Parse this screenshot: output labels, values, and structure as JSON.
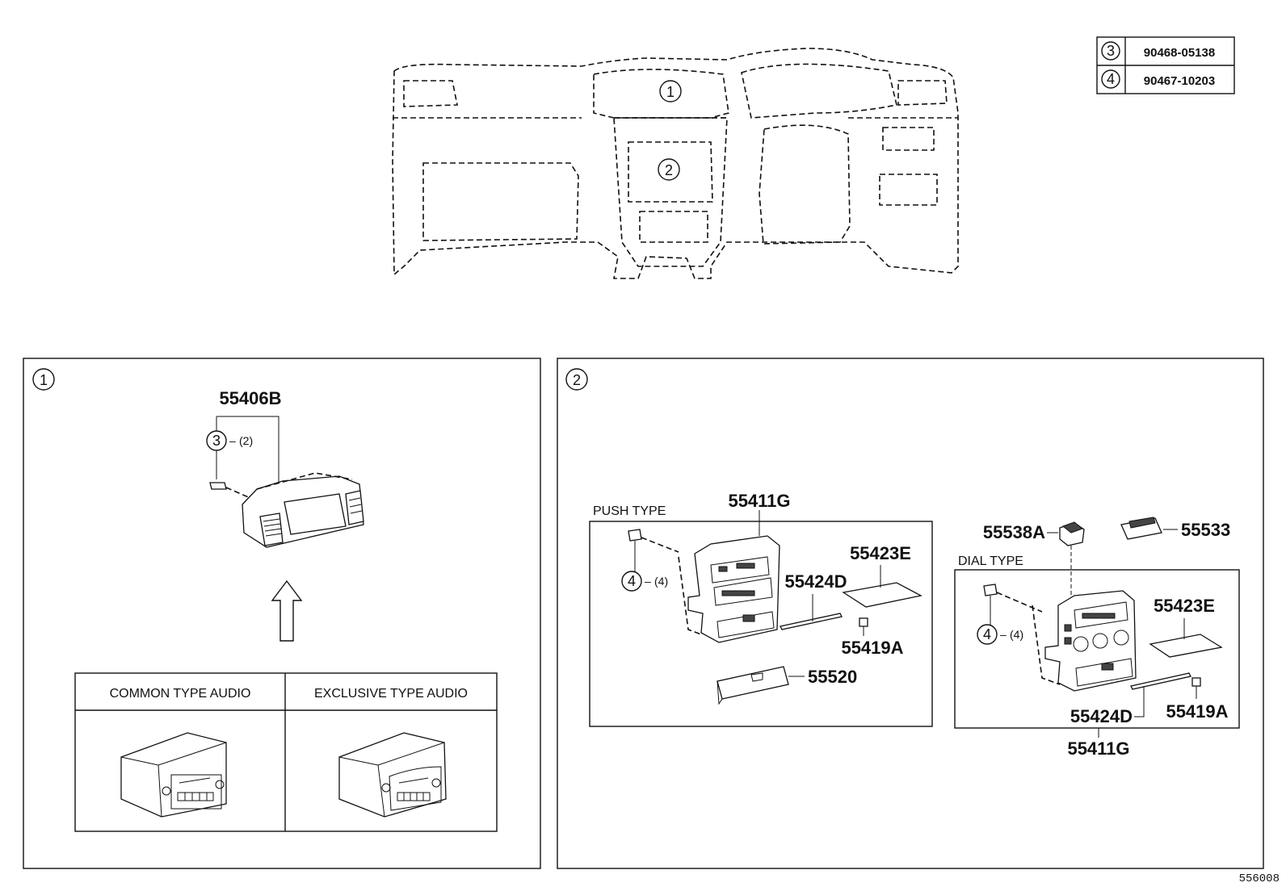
{
  "parts_table": [
    {
      "ref": "3",
      "part_no": "90468-05138"
    },
    {
      "ref": "4",
      "part_no": "90467-10203"
    }
  ],
  "overview": {
    "callout_1": "1",
    "callout_2": "2"
  },
  "panel_1": {
    "ref": "1",
    "part_main": "55406B",
    "clip_ref": "3",
    "clip_qty": "(2)",
    "audio_table": {
      "col_1": "COMMON TYPE AUDIO",
      "col_2": "EXCLUSIVE TYPE AUDIO"
    }
  },
  "panel_2": {
    "ref": "2",
    "push_type": {
      "label": "PUSH TYPE",
      "part_panel": "55411G",
      "clip_ref": "4",
      "clip_qty": "(4)",
      "part_strip": "55424D",
      "part_pad": "55423E",
      "part_small": "55419A",
      "part_box": "55520"
    },
    "dial_type": {
      "label": "DIAL TYPE",
      "part_switch": "55538A",
      "part_cover": "55533",
      "clip_ref": "4",
      "clip_qty": "(4)",
      "part_pad": "55423E",
      "part_strip": "55424D",
      "part_small": "55419A",
      "part_panel": "55411G"
    }
  },
  "catalog_no": "556008"
}
